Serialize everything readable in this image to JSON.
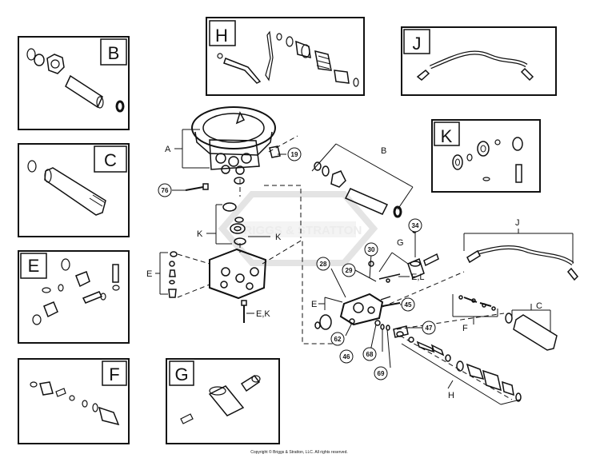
{
  "boxes": {
    "B": "B",
    "C": "C",
    "E": "E",
    "F": "F",
    "G": "G",
    "H": "H",
    "J": "J",
    "K": "K"
  },
  "labels": {
    "A": "A",
    "B": "B",
    "C": "C",
    "E": "E",
    "F": "F",
    "G": "G",
    "H": "H",
    "J": "J",
    "K1": "K",
    "K2": "K",
    "EL": "E,L",
    "EK": "E,K"
  },
  "callouts": [
    "19",
    "76",
    "34",
    "30",
    "29",
    "28",
    "45",
    "47",
    "62",
    "46",
    "68",
    "69"
  ],
  "watermark": "BRIGGS & STRATTON",
  "copyright": "Copyright © Briggs & Stratton, LLC. All rights reserved."
}
